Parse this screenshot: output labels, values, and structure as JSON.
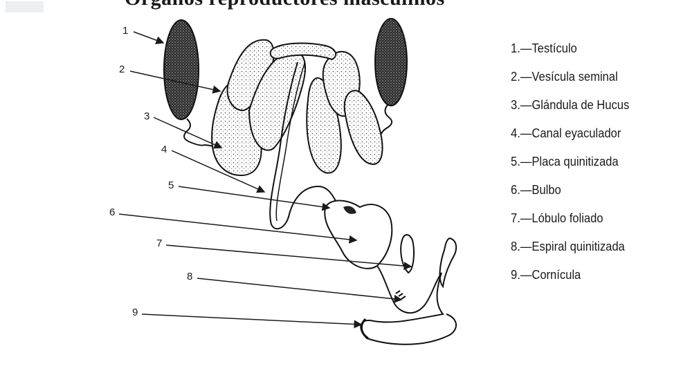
{
  "title": "Órganos reproductores masculinos",
  "numbers": [
    "1",
    "2",
    "3",
    "4",
    "5",
    "6",
    "7",
    "8",
    "9"
  ],
  "legend": [
    {
      "label": "1.—Testículo"
    },
    {
      "label": "2.—Vesícula seminal"
    },
    {
      "label": "3.—Glándula de Hucus"
    },
    {
      "label": "4.—Canal eyaculador"
    },
    {
      "label": "5.—Placa quinitizada"
    },
    {
      "label": "6.—Bulbo"
    },
    {
      "label": "7.—Lóbulo foliado"
    },
    {
      "label": "8.—Espiral quinitizada"
    },
    {
      "label": "9.—Cornícula"
    }
  ],
  "colors": {
    "ink": "#1a1a1a",
    "background": "#ffffff"
  }
}
